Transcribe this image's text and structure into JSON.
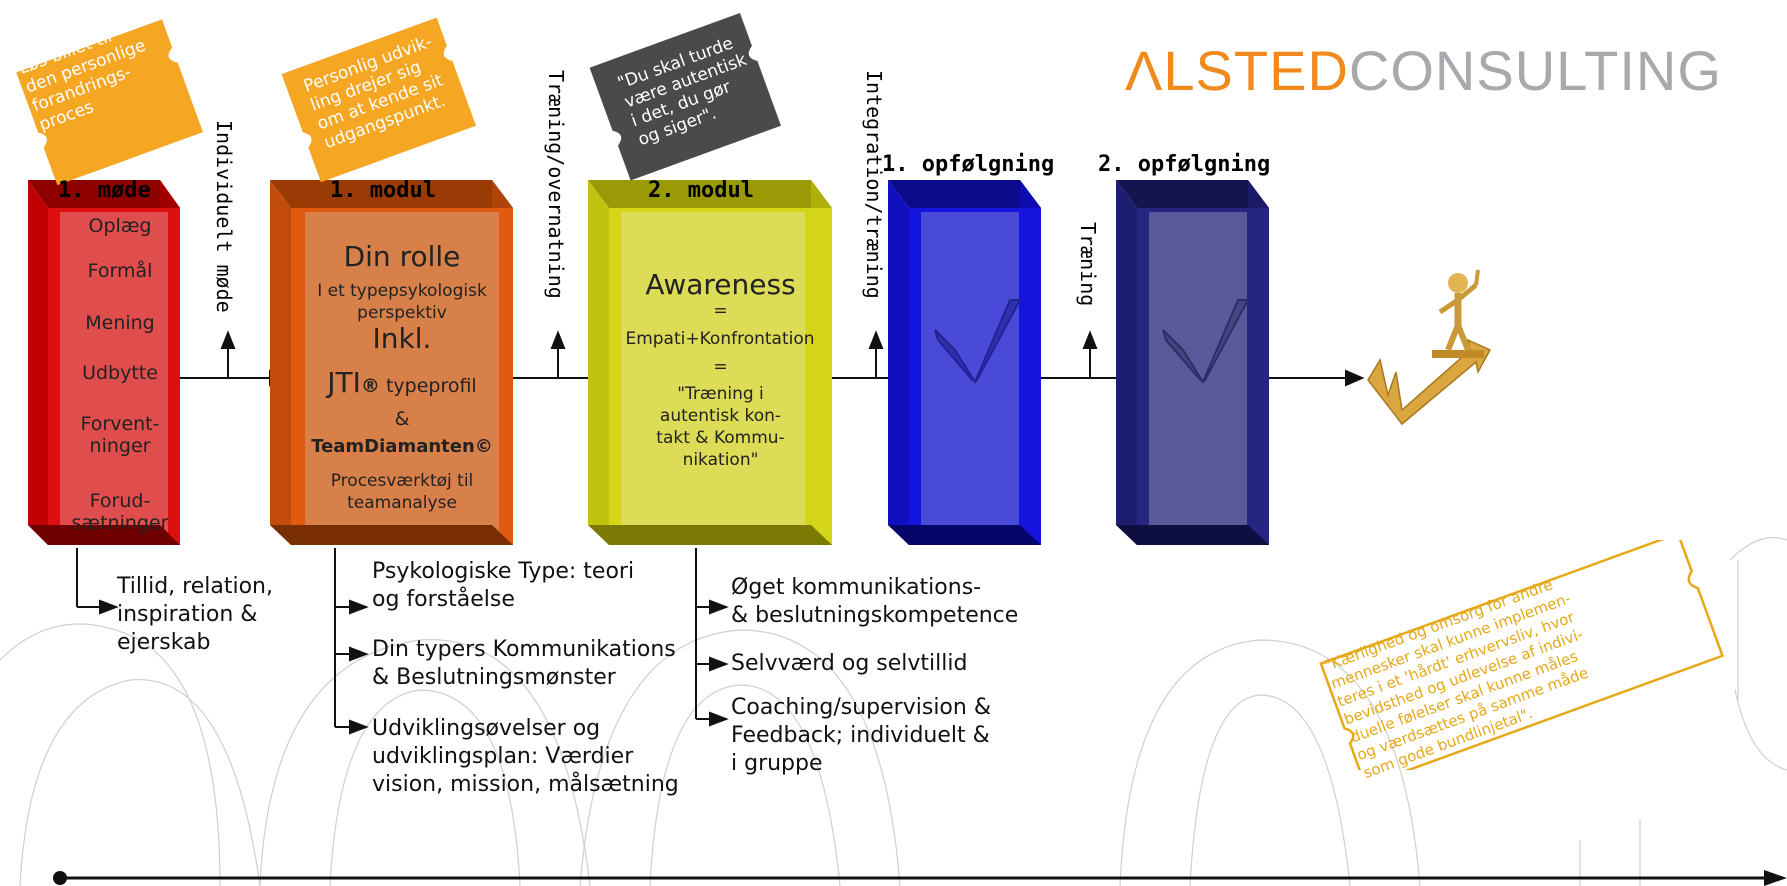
{
  "logo": {
    "part1": "ΛLSTED",
    "part2": "CONSULTING"
  },
  "tags": [
    {
      "text": "Løs billet til\nden personlige\nforandrings-\nproces",
      "color": "#f5a623"
    },
    {
      "text": "Personlig udvik-\nling drejer sig\nom at kende sit\nudgangspunkt.",
      "color": "#f5a623"
    },
    {
      "text": "\"Du skal turde\nvære autentisk\ni det, du gør\nog siger\".",
      "color": "#4a4a4a"
    }
  ],
  "boxes": {
    "m1": {
      "title": "1. møde",
      "items": [
        "Oplæg",
        "Formål",
        "Mening",
        "Udbytte",
        "Forvent-\nninger",
        "Forud-\nsætninger"
      ]
    },
    "mod1": {
      "title": "1. modul",
      "heading": "Din rolle",
      "sub": "I et typepsykologisk\nperspektiv",
      "inkl": "Inkl.",
      "jti": "JTI",
      "jti_mark": "®",
      "jti_rest": " typeprofil",
      "amp": "&",
      "team": "TeamDiamanten",
      "team_mark": "©",
      "tool": "Procesværktøj til\nteamanalyse"
    },
    "mod2": {
      "title": "2. modul",
      "heading": "Awareness",
      "eq1": "=",
      "line1": "Empati+Konfrontation",
      "eq2": "=",
      "quote": "\"Træning i\nautentisk kon-\ntakt & Kommu-\nnikation\""
    },
    "f1": {
      "title": "1. opfølgning"
    },
    "f2": {
      "title": "2. opfølgning"
    }
  },
  "vertical_labels": {
    "individuelt": "Individuelt møde",
    "overnatning": "Træning/overnatning",
    "integration": "Integration/træning",
    "traening": "Træning"
  },
  "bullets": {
    "col1": [
      "Tillid, relation,\ninspiration &\nejerskab"
    ],
    "col2": [
      "Psykologiske Type: teori\nog forståelse",
      "Din typers Kommunikations\n& Beslutningsmønster",
      "Udviklingsøvelser og\nudviklingsplan: Værdier\nvision, mission, målsætning"
    ],
    "col3": [
      "Øget kommunikations-\n& beslutningskompetence",
      "Selvværd og selvtillid",
      "Coaching/supervision &\nFeedback; individuelt &\ni gruppe"
    ]
  },
  "quote_card": "\"Kærlighed og omsorg for andre\nmennesker skal kunne implemen-\nteres i et 'hårdt' erhvervsliv, hvor\nbevidsthed og udlevelse af indivi-\nduelle følelser skal kunne måles\nog værdsættes på samme måde\nsom gode bundlinjetal\".",
  "colors": {
    "red": "#dd1010",
    "orange": "#e05a10",
    "yellow": "#d4d418",
    "blue": "#1414dd",
    "navy": "#262680",
    "accent_orange": "#f08a1c",
    "logo_grey": "#a7a9ac",
    "quote_gold": "#e6a817"
  },
  "icons": [
    "check-icon",
    "growth-figure-icon"
  ]
}
